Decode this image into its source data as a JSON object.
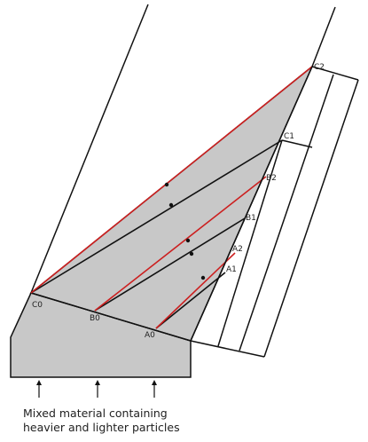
{
  "caption": {
    "line1": "Mixed material containing",
    "line2": "heavier and lighter particles"
  },
  "points": {
    "C0": "C0",
    "C1": "C1",
    "C2": "C2",
    "B0": "B0",
    "B1": "B1",
    "B2": "B2",
    "A0": "A0",
    "A1": "A1",
    "A2": "A2"
  },
  "colors": {
    "fill": "#c8c8c8",
    "stroke": "#111111",
    "red": "#cc1f1f"
  }
}
